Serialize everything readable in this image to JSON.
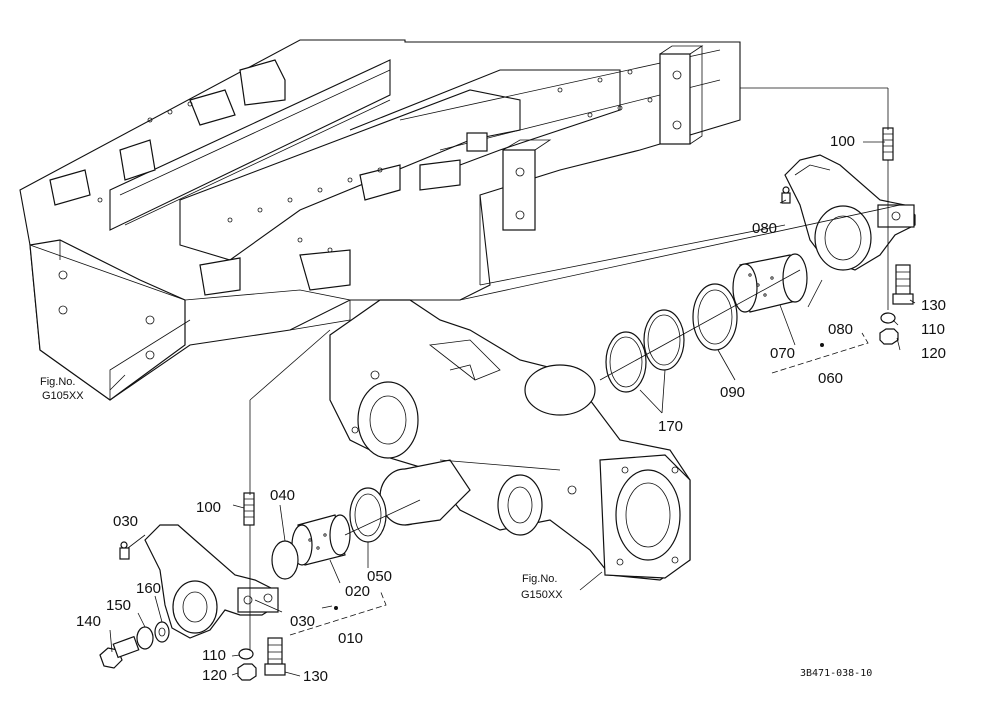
{
  "figure_refs": [
    {
      "line1": "Fig.No.",
      "line2": "G105XX"
    },
    {
      "line1": "Fig.No.",
      "line2": "G150XX"
    }
  ],
  "callouts": {
    "c100_right": "100",
    "c080_right_upper": "080",
    "c130_right": "130",
    "c110_right": "110",
    "c120_right": "120",
    "c080_right_lower": "080",
    "c070": "070",
    "c060": "060",
    "c090": "090",
    "c170": "170",
    "c100_left": "100",
    "c040": "040",
    "c030_left_upper": "030",
    "c020": "020",
    "c050": "050",
    "c160": "160",
    "c150": "150",
    "c140": "140",
    "c030_left_lower": "030",
    "c010": "010",
    "c110_left": "110",
    "c120_left": "120",
    "c130_left": "130"
  },
  "drawing_code": "3B471-038-10"
}
